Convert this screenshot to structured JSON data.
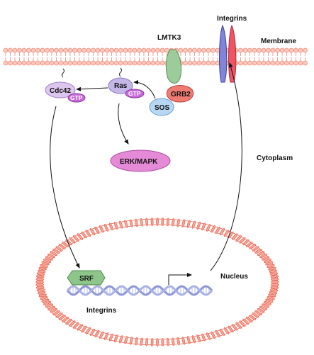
{
  "labels": {
    "integrins_top": "Integrins",
    "lmtk3": "LMTK3",
    "membrane": "Membrane",
    "cdc42": "Cdc42",
    "gtp_cdc42": "GTP",
    "ras": "Ras",
    "gtp_ras": "GTP",
    "grb2": "GRB2",
    "sos": "SOS",
    "erk_mapk": "ERK/MAPK",
    "cytoplasm": "Cytoplasm",
    "srf": "SRF",
    "nucleus": "Nucleus",
    "integrins_gene": "Integrins"
  },
  "colors": {
    "membrane_lipid": "#f08a78",
    "membrane_lipid_fill": "#fbc9bd",
    "nucleus_ring": "#e8553f",
    "nucleus_ring_fill": "#f8a496",
    "lmtk3": "#9ccc9a",
    "grb2": "#f07b73",
    "sos": "#b7d7f3",
    "ras": "#c5b6e8",
    "cdc42": "#dcc6ee",
    "gtp": "#c76ad8",
    "erk_mapk": "#e48ad6",
    "srf": "#8dc58a",
    "dna": "#b5bde6",
    "integrin_blue": "#7f86d8",
    "integrin_red": "#ee5563"
  }
}
